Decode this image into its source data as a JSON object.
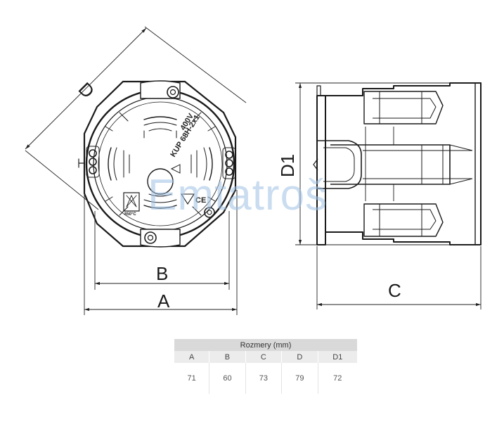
{
  "watermark": "Emtatroš",
  "labels": {
    "a": "A",
    "b": "B",
    "c": "C",
    "d": "D",
    "d1": "D1"
  },
  "markings": {
    "voltage": "400V",
    "model": "KUP 68H-2x1",
    "ce": "CE",
    "temp": "850°C"
  },
  "table": {
    "title": "Rozmery (mm)",
    "headers": [
      "A",
      "B",
      "C",
      "D",
      "D1"
    ],
    "values": [
      "71",
      "60",
      "73",
      "79",
      "72"
    ]
  }
}
